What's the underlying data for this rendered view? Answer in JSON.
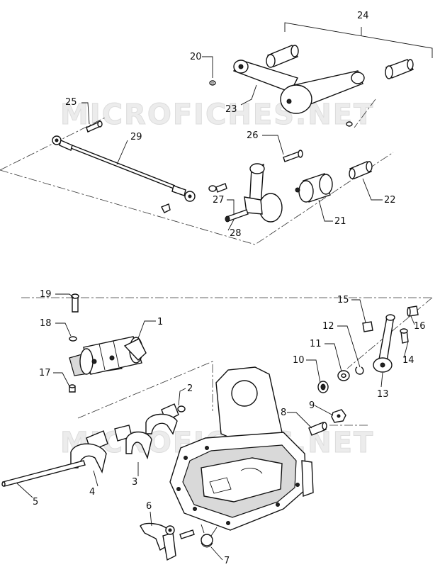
{
  "watermark": "MICROFICHES.NET",
  "callouts": [
    "24",
    "20",
    "23",
    "25",
    "29",
    "26",
    "22",
    "21",
    "27",
    "28",
    "19",
    "18",
    "1",
    "17",
    "2",
    "15",
    "16",
    "12",
    "11",
    "14",
    "10",
    "13",
    "9",
    "8",
    "3",
    "4",
    "5",
    "6",
    "7"
  ]
}
